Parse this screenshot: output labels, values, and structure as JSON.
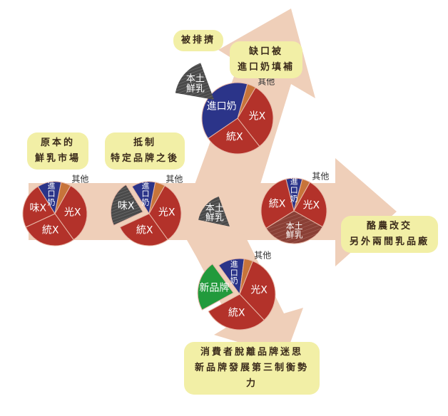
{
  "colors": {
    "arrow": "#efcfb9",
    "label_bg": "#f2efa6",
    "red": "#b3322a",
    "blue": "#2b3489",
    "orange": "#c7743a",
    "gray": "#505050",
    "green": "#229a3c",
    "hatched_brown": "#8a4036"
  },
  "labels": {
    "original": [
      "原本的",
      "鮮乳市場"
    ],
    "boycott": [
      "抵制",
      "特定品牌之後"
    ],
    "pushed_out": [
      "被排擠"
    ],
    "gap_filled": [
      "缺口被",
      "進口奶填補"
    ],
    "switch": [
      "酪農改交",
      "另外兩間乳品廠"
    ],
    "new_brand": [
      "消費者脫離品牌迷思",
      "新品牌發展第三制衡勢力"
    ]
  },
  "loose_wedges": {
    "pushed_out_wedge": "本土鮮乳",
    "middle_wedge": "本土鮮乳"
  },
  "pies": {
    "original": [
      {
        "label": "進口奶",
        "share": 12,
        "color": "blue"
      },
      {
        "label": "其他",
        "share": 5,
        "color": "orange"
      },
      {
        "label": "光X",
        "share": 32,
        "color": "red"
      },
      {
        "label": "統X",
        "share": 28,
        "color": "red"
      },
      {
        "label": "味X",
        "share": 23,
        "color": "red"
      }
    ],
    "boycott": [
      {
        "label": "進口奶",
        "share": 12,
        "color": "blue"
      },
      {
        "label": "其他",
        "share": 5,
        "color": "orange"
      },
      {
        "label": "光X",
        "share": 32,
        "color": "red"
      },
      {
        "label": "統X",
        "share": 28,
        "color": "red"
      },
      {
        "label": "味X",
        "share": 23,
        "color": "gray",
        "exploded": true
      }
    ],
    "imports": [
      {
        "label": "其他",
        "share": 4,
        "color": "orange"
      },
      {
        "label": "光X",
        "share": 31,
        "color": "red"
      },
      {
        "label": "統X",
        "share": 26,
        "color": "red"
      },
      {
        "label": "進口奶",
        "share": 39,
        "color": "blue"
      }
    ],
    "switch": [
      {
        "label": "進口奶",
        "share": 8,
        "color": "blue"
      },
      {
        "label": "其他",
        "share": 4,
        "color": "orange"
      },
      {
        "label": "光X",
        "share": 25,
        "color": "red"
      },
      {
        "label": "本土鮮乳",
        "share": 33,
        "color": "hatched_brown"
      },
      {
        "label": "統X",
        "share": 30,
        "color": "red"
      }
    ],
    "new_brand": [
      {
        "label": "進口奶",
        "share": 12,
        "color": "blue"
      },
      {
        "label": "其他",
        "share": 4,
        "color": "orange"
      },
      {
        "label": "光X",
        "share": 32,
        "color": "red"
      },
      {
        "label": "統X",
        "share": 29,
        "color": "red"
      },
      {
        "label": "新品牌",
        "share": 23,
        "color": "green",
        "exploded": true
      }
    ]
  }
}
